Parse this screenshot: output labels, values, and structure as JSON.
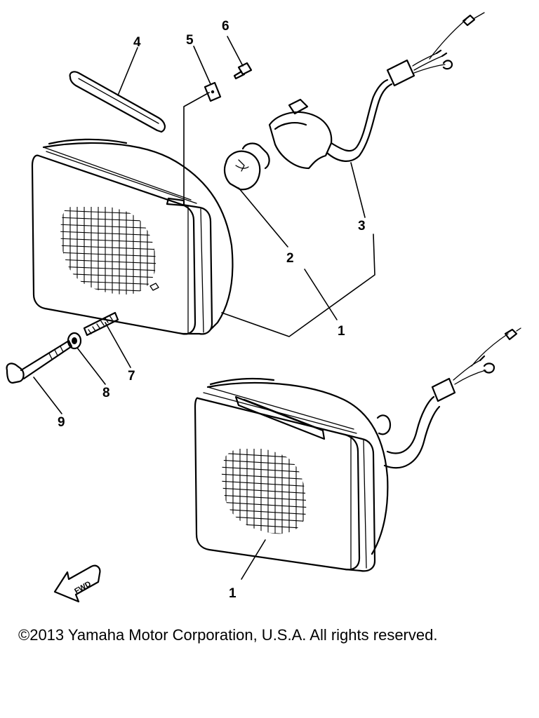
{
  "callouts": {
    "p1_top": "1",
    "p1_bottom": "1",
    "p2": "2",
    "p3": "3",
    "p4": "4",
    "p5": "5",
    "p6": "6",
    "p7": "7",
    "p8": "8",
    "p9": "9"
  },
  "direction_badge": "FWD",
  "copyright": "©2013 Yamaha Motor Corporation, U.S.A. All rights reserved."
}
